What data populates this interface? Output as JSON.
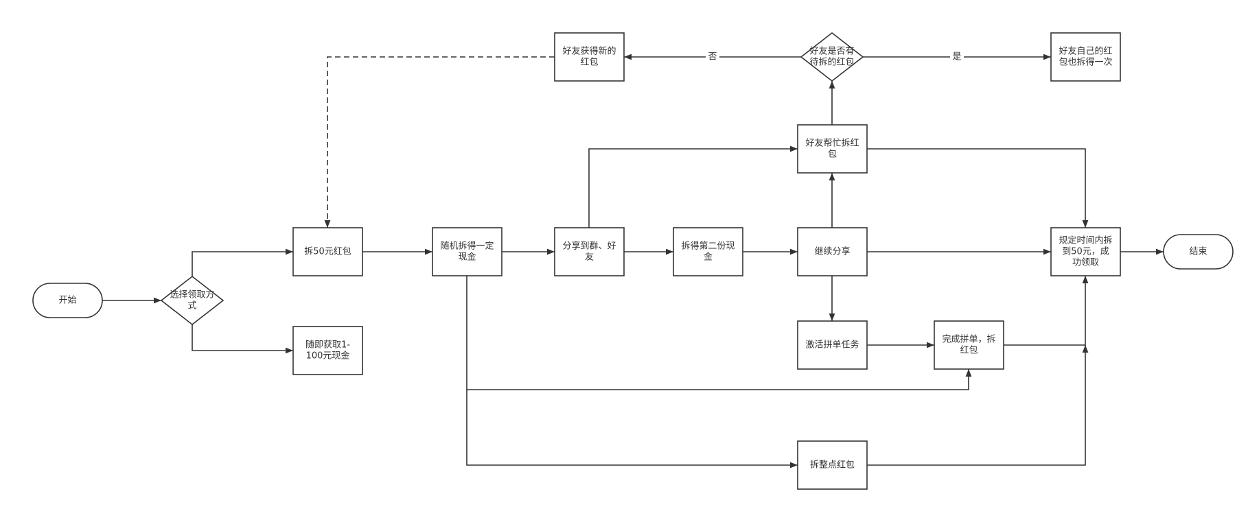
{
  "nodes": {
    "start": {
      "shape": "terminal",
      "lines": [
        "开始"
      ]
    },
    "choose_method": {
      "shape": "decision",
      "lines": [
        "选择领取方",
        "式"
      ]
    },
    "split_50": {
      "shape": "process",
      "lines": [
        "拆50元红包"
      ]
    },
    "instant_cash": {
      "shape": "process",
      "lines": [
        "随即获取1-",
        "100元现金"
      ]
    },
    "random_cash": {
      "shape": "process",
      "lines": [
        "随机拆得一定",
        "现金"
      ]
    },
    "share_group": {
      "shape": "process",
      "lines": [
        "分享到群、好",
        "友"
      ]
    },
    "second_cash": {
      "shape": "process",
      "lines": [
        "拆得第二份现",
        "金"
      ]
    },
    "continue_share": {
      "shape": "process",
      "lines": [
        "继续分享"
      ]
    },
    "friend_help": {
      "shape": "process",
      "lines": [
        "好友帮忙拆红",
        "包"
      ]
    },
    "friend_has": {
      "shape": "decision",
      "lines": [
        "好友是否有",
        "待拆的红包"
      ]
    },
    "friend_new": {
      "shape": "process",
      "lines": [
        "好友获得新的",
        "红包"
      ]
    },
    "friend_own": {
      "shape": "process",
      "lines": [
        "好友自己的红",
        "包也拆得一次"
      ]
    },
    "activate_group": {
      "shape": "process",
      "lines": [
        "激活拼单任务"
      ]
    },
    "complete_group": {
      "shape": "process",
      "lines": [
        "完成拼单，拆",
        "红包"
      ]
    },
    "hourly": {
      "shape": "process",
      "lines": [
        "拆整点红包"
      ]
    },
    "claim": {
      "shape": "process",
      "lines": [
        "规定时间内拆",
        "到50元，成",
        "功领取"
      ]
    },
    "end": {
      "shape": "terminal",
      "lines": [
        "结束"
      ]
    }
  },
  "edges": [
    {
      "id": "start-to-choose",
      "from": "start",
      "to": "choose_method"
    },
    {
      "id": "choose-to-split50",
      "from": "choose_method",
      "to": "split_50"
    },
    {
      "id": "choose-to-instant",
      "from": "choose_method",
      "to": "instant_cash"
    },
    {
      "id": "split50-to-random",
      "from": "split_50",
      "to": "random_cash"
    },
    {
      "id": "random-to-share",
      "from": "random_cash",
      "to": "share_group"
    },
    {
      "id": "random-to-complete",
      "from": "random_cash",
      "to": "complete_group"
    },
    {
      "id": "random-to-hourly",
      "from": "random_cash",
      "to": "hourly"
    },
    {
      "id": "share-to-second",
      "from": "share_group",
      "to": "second_cash"
    },
    {
      "id": "share-to-friendhelp",
      "from": "share_group",
      "to": "friend_help"
    },
    {
      "id": "second-to-continue",
      "from": "second_cash",
      "to": "continue_share"
    },
    {
      "id": "continue-to-friendhelp",
      "from": "continue_share",
      "to": "friend_help"
    },
    {
      "id": "continue-to-activate",
      "from": "continue_share",
      "to": "activate_group"
    },
    {
      "id": "continue-to-claim",
      "from": "continue_share",
      "to": "claim"
    },
    {
      "id": "friendhelp-to-has",
      "from": "friend_help",
      "to": "friend_has"
    },
    {
      "id": "friendhelp-to-claim",
      "from": "friend_help",
      "to": "claim"
    },
    {
      "id": "has-to-new",
      "from": "friend_has",
      "to": "friend_new",
      "label": "否"
    },
    {
      "id": "has-to-own",
      "from": "friend_has",
      "to": "friend_own",
      "label": "是"
    },
    {
      "id": "new-to-split50",
      "from": "friend_new",
      "to": "split_50",
      "style": "dashed"
    },
    {
      "id": "activate-to-complete",
      "from": "activate_group",
      "to": "complete_group"
    },
    {
      "id": "complete-to-claim",
      "from": "complete_group",
      "to": "claim"
    },
    {
      "id": "hourly-to-claim",
      "from": "hourly",
      "to": "claim"
    },
    {
      "id": "claim-to-end",
      "from": "claim",
      "to": "end"
    }
  ],
  "colors": {
    "stroke": "#333333",
    "fill": "#ffffff",
    "text": "#333333",
    "background": "#ffffff"
  }
}
